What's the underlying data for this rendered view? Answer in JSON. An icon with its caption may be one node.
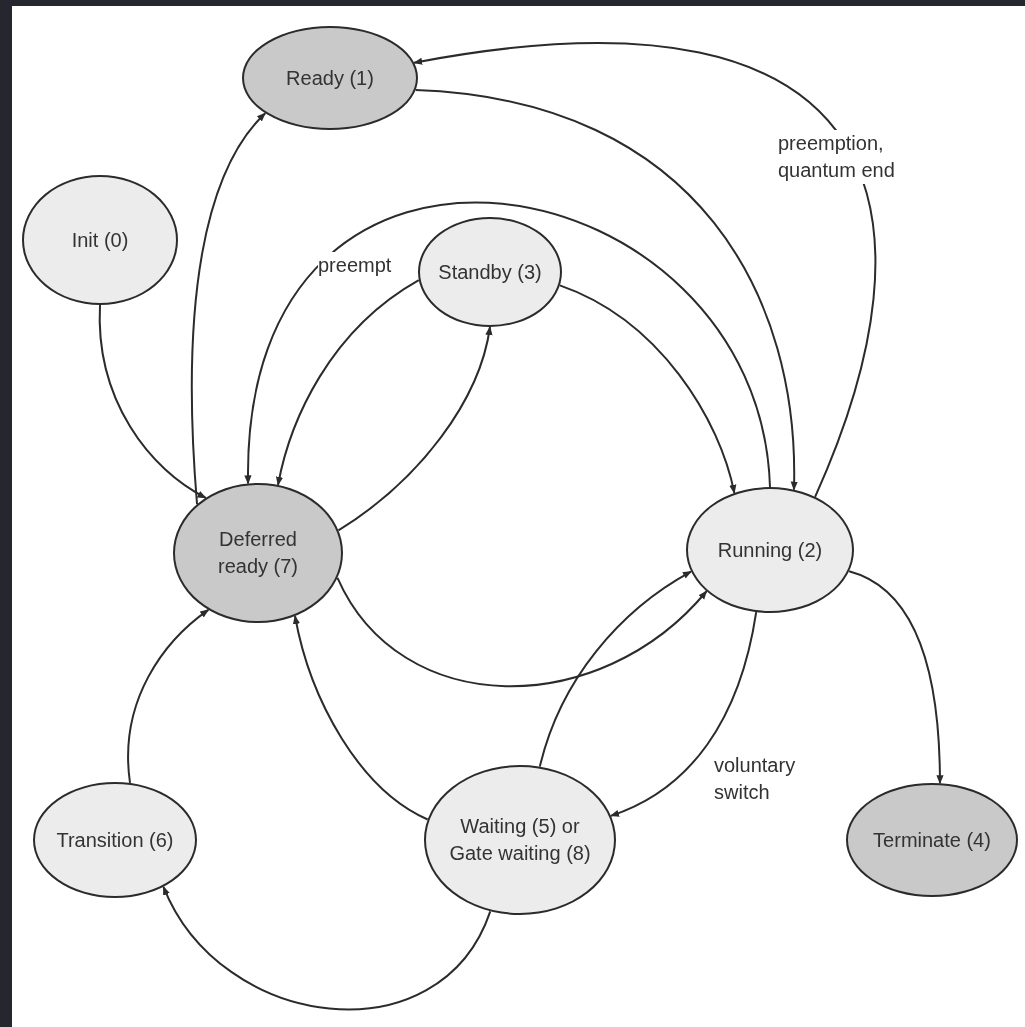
{
  "diagram": {
    "nodes": [
      {
        "text": [
          "Ready (1)"
        ]
      },
      {
        "text": [
          "Init (0)"
        ]
      },
      {
        "text": [
          "Standby (3)"
        ]
      },
      {
        "text": [
          "Deferred ready (7)"
        ]
      },
      {
        "text": [
          "Running (2)"
        ]
      },
      {
        "text": [
          "Transition (6)"
        ]
      },
      {
        "text": [
          "Waiting (5) or Gate waiting (8)"
        ]
      },
      {
        "text": [
          "Terminate (4)"
        ]
      }
    ],
    "edges": [
      {
        "from": 1,
        "to": 3,
        "arrow": "to"
      },
      {
        "from": 3,
        "to": 0,
        "arrow": "to"
      },
      {
        "from": 0,
        "to": 4,
        "arrow": "to"
      },
      {
        "from": 4,
        "to": 0,
        "arrow": "to",
        "label": "preemption, quantum end"
      },
      {
        "from": 4,
        "to": 3,
        "arrow": "to"
      },
      {
        "from": 2,
        "to": 3,
        "arrow": "to",
        "label": "preempt"
      },
      {
        "from": 3,
        "to": 2,
        "arrow": "to"
      },
      {
        "from": 2,
        "to": 4,
        "arrow": "to"
      },
      {
        "from": 3,
        "to": 4,
        "arrow": "to"
      },
      {
        "from": 6,
        "to": 4,
        "arrow": "to"
      },
      {
        "from": 4,
        "to": 6,
        "arrow": "to",
        "label": "voluntary switch"
      },
      {
        "from": 6,
        "to": 3,
        "arrow": "to"
      },
      {
        "from": 5,
        "to": 3,
        "arrow": "to"
      },
      {
        "from": 6,
        "to": 5,
        "arrow": "to"
      },
      {
        "from": 4,
        "to": 7,
        "arrow": "to"
      }
    ]
  }
}
